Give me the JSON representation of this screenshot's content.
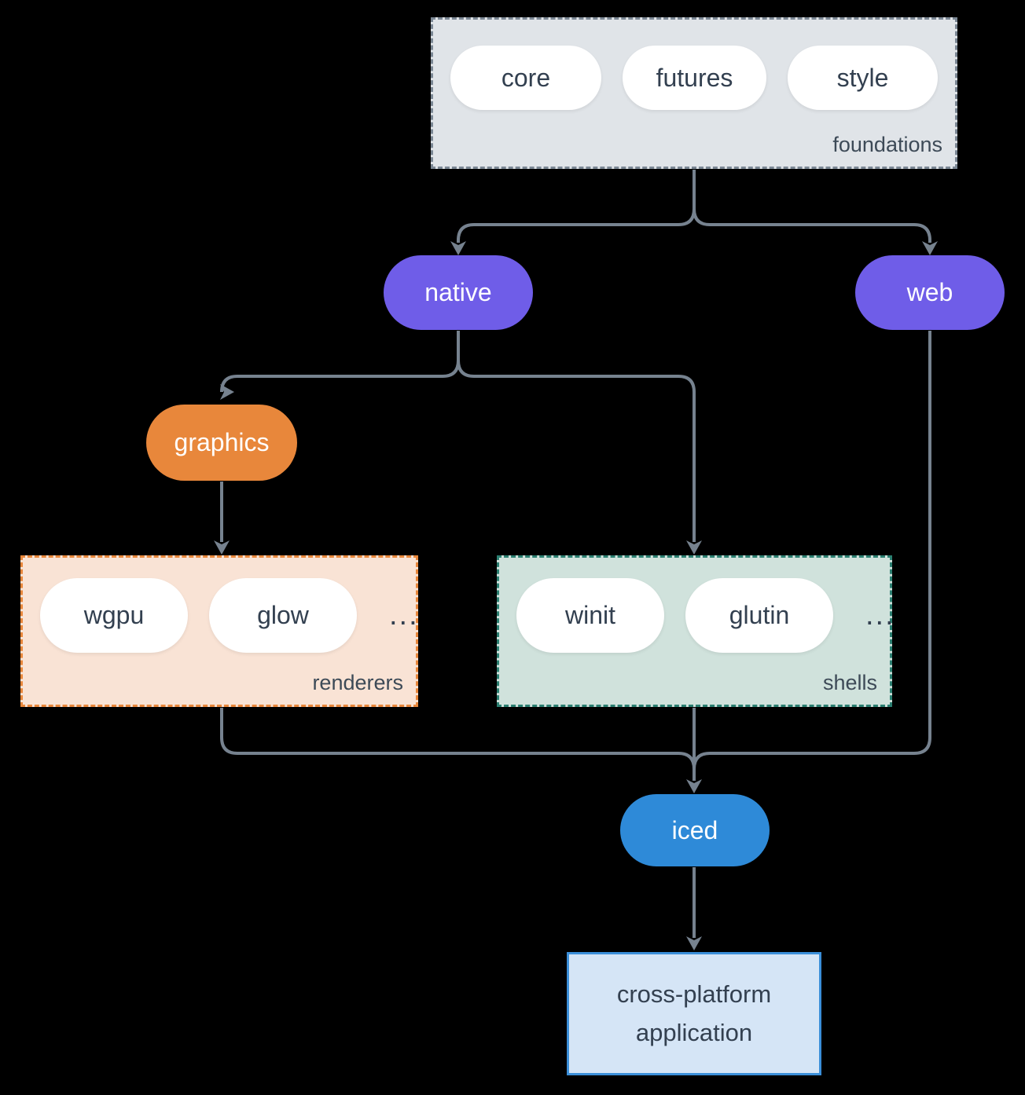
{
  "diagram": {
    "foundations": {
      "label": "foundations",
      "pills": [
        "core",
        "futures",
        "style"
      ]
    },
    "native": {
      "label": "native"
    },
    "web": {
      "label": "web"
    },
    "graphics": {
      "label": "graphics"
    },
    "renderers": {
      "label": "renderers",
      "pills": [
        "wgpu",
        "glow"
      ],
      "ellipsis": "..."
    },
    "shells": {
      "label": "shells",
      "pills": [
        "winit",
        "glutin"
      ],
      "ellipsis": "..."
    },
    "iced": {
      "label": "iced"
    },
    "app": {
      "line1": "cross-platform",
      "line2": "application"
    }
  },
  "colors": {
    "background": "#000000",
    "connector": "#76828f",
    "foundations_fill": "#e0e4e8",
    "foundations_border": "#7b8794",
    "native_fill": "#6f5de8",
    "web_fill": "#6f5de8",
    "graphics_fill": "#e8873b",
    "renderers_fill": "#f9e3d5",
    "renderers_border": "#e8873b",
    "shells_fill": "#d0e2dc",
    "shells_border": "#2b7f71",
    "iced_fill": "#2e8ad8",
    "app_fill": "#d5e5f6",
    "app_border": "#3b8fd9",
    "pill_fill": "#ffffff",
    "text_dark": "#334050",
    "text_light": "#ffffff"
  }
}
